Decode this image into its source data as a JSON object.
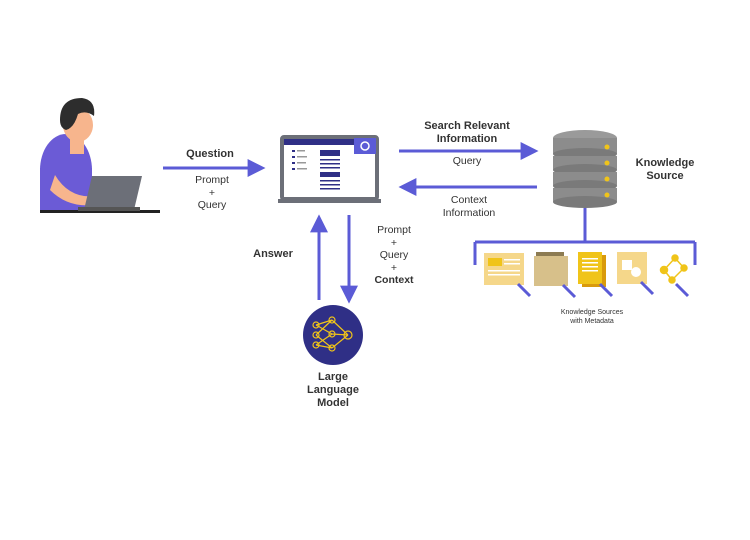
{
  "question": "Question",
  "prompt_query": {
    "prompt": "Prompt",
    "plus": "+",
    "query": "Query"
  },
  "search": {
    "line1": "Search Relevant",
    "line2": "Information"
  },
  "search_query": "Query",
  "knowledge_source": {
    "line1": "Knowledge",
    "line2": "Source"
  },
  "context_info": {
    "line1": "Context",
    "line2": "Information"
  },
  "answer": "Answer",
  "prompt_query_context": {
    "prompt": "Prompt",
    "plus1": "+",
    "query": "Query",
    "plus2": "+",
    "context": "Context"
  },
  "llm": {
    "line1": "Large",
    "line2": "Language",
    "line3": "Model"
  },
  "knowledge_sources_caption": {
    "line1": "Knowledge Sources",
    "line2": "with Metadata"
  },
  "colors": {
    "arrow": "#5b5bd6",
    "accent": "#f0c419",
    "person_shirt": "#6b5bd6",
    "server": "#8c8c8c",
    "llm_circle": "#2f2f86"
  }
}
